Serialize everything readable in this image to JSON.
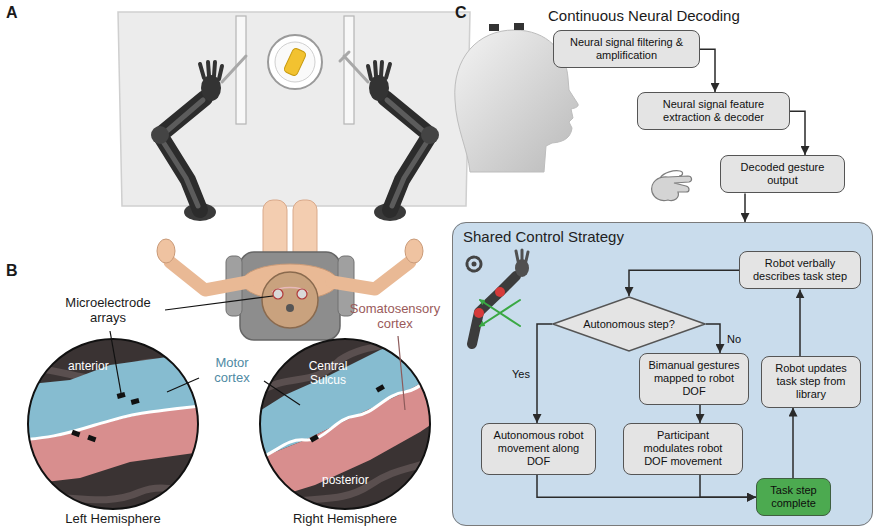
{
  "diagram": {
    "nodes": [
      {
        "text": [
          "Neural signal filtering & amplification"
        ]
      },
      {
        "text": [
          "Neural signal feature extraction & decoder"
        ]
      },
      {
        "text": [
          "Decoded gesture output"
        ]
      },
      {
        "text": [
          "Shared Control Strategy"
        ]
      },
      {
        "text": [
          "Robot verbally describes task step"
        ],
        "in": 3
      },
      {
        "text": [
          "Autonomous step?"
        ],
        "in": 3
      },
      {
        "text": [
          "Bimanual gestures mapped to robot DOF"
        ],
        "in": 3
      },
      {
        "text": [
          "Autonomous robot movement along DOF"
        ],
        "in": 3
      },
      {
        "text": [
          "Participant modulates robot DOF movement"
        ],
        "in": 3
      },
      {
        "text": [
          "Task step complete"
        ],
        "in": 3
      },
      {
        "text": [
          "Robot updates task step from library"
        ],
        "in": 3
      }
    ],
    "edges": [
      {
        "from": 0,
        "to": 1,
        "arrow": "to"
      },
      {
        "from": 1,
        "to": 2,
        "arrow": "to"
      },
      {
        "from": 2,
        "to": 3,
        "arrow": "to"
      },
      {
        "from": 4,
        "to": 5,
        "arrow": "to"
      },
      {
        "from": 5,
        "to": 6,
        "label": "No",
        "arrow": "to"
      },
      {
        "from": 5,
        "to": 7,
        "label": "Yes",
        "arrow": "to"
      },
      {
        "from": 6,
        "to": 8,
        "arrow": "to"
      },
      {
        "from": 7,
        "to": 9,
        "arrow": "to"
      },
      {
        "from": 8,
        "to": 9,
        "arrow": "to"
      },
      {
        "from": 9,
        "to": 10,
        "arrow": "to"
      },
      {
        "from": 10,
        "to": 4,
        "arrow": "to"
      }
    ],
    "labels": [
      "A",
      "B",
      "C",
      "Continuous Neural Decoding",
      "Microelectrode arrays",
      "Somatosensory cortex",
      "Motor cortex",
      "anterior",
      "Central Sulcus",
      "posterior",
      "Left Hemisphere",
      "Right Hemisphere"
    ]
  }
}
